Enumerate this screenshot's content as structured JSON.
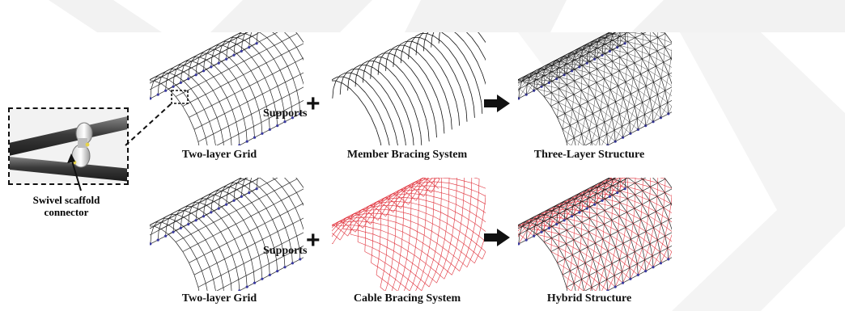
{
  "labels": {
    "row1": {
      "grid": "Two-layer Grid",
      "bracing": "Member Bracing System",
      "result": "Three-Layer Structure",
      "supports": "Supports"
    },
    "row2": {
      "grid": "Two-layer Grid",
      "bracing": "Cable Bracing System",
      "result": "Hybrid Structure",
      "supports": "Supports"
    },
    "connector": [
      "Swivel scaffold",
      "connector"
    ]
  },
  "operators": {
    "plus": "+",
    "arrow": "➡"
  },
  "colors": {
    "grid_line": "#222222",
    "member_bracing": "#111111",
    "cable_bracing": "#e0303a",
    "support_dot": "#3a3aa0",
    "watermark": "#f1f1f1"
  },
  "icons": {
    "inset": "swivel-connector-photo",
    "leader": "dashed-leader-line",
    "arrow": "right-arrow-icon",
    "plus": "plus-icon"
  }
}
